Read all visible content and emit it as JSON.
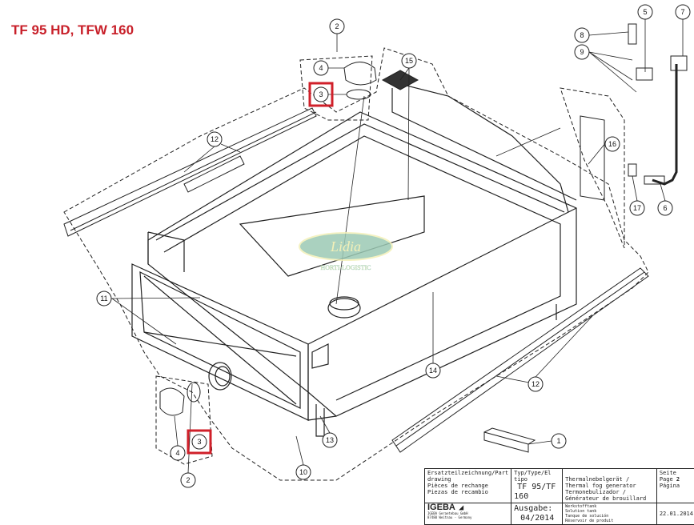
{
  "title": "TF 95 HD, TFW 160",
  "colors": {
    "highlight": "#d0202a",
    "logo_fill": "#9cc9b4",
    "logo_text": "#f3f0b8"
  },
  "logo": {
    "name": "Lidia",
    "subtitle": "HORTI-LOGISTIC"
  },
  "callouts": [
    {
      "num": "2",
      "highlighted": false
    },
    {
      "num": "4",
      "highlighted": false
    },
    {
      "num": "3",
      "highlighted": true
    },
    {
      "num": "15",
      "highlighted": false
    },
    {
      "num": "12",
      "highlighted": false
    },
    {
      "num": "5",
      "highlighted": false
    },
    {
      "num": "7",
      "highlighted": false
    },
    {
      "num": "8",
      "highlighted": false
    },
    {
      "num": "9",
      "highlighted": false
    },
    {
      "num": "16",
      "highlighted": false
    },
    {
      "num": "17",
      "highlighted": false
    },
    {
      "num": "6",
      "highlighted": false
    },
    {
      "num": "11",
      "highlighted": false
    },
    {
      "num": "14",
      "highlighted": false
    },
    {
      "num": "12",
      "highlighted": false
    },
    {
      "num": "1",
      "highlighted": false
    },
    {
      "num": "13",
      "highlighted": false
    },
    {
      "num": "10",
      "highlighted": false
    },
    {
      "num": "4",
      "highlighted": false
    },
    {
      "num": "3",
      "highlighted": true
    },
    {
      "num": "2",
      "highlighted": false
    }
  ],
  "title_block": {
    "drawing_type": [
      "Ersatzteilzeichnung/Part drawing",
      "Pièces de rechange",
      "Piezas de recambio"
    ],
    "type_label": "Typ/Type/El tipo",
    "type_value": "TF 95/TF 160",
    "machine": [
      "Thermalnebelgerät / Thermal fog generator",
      "Termonebulizador / Générateur de brouillard"
    ],
    "page_label": [
      "Seite",
      "Page",
      "Página"
    ],
    "page_value": "2",
    "company": "IGEBA",
    "company_sub": [
      "IGEBA Geraetebau GmbH",
      "87480 Weitnau - Germany"
    ],
    "edition_label": "Ausgabe:",
    "edition_value": "04/2014",
    "component": [
      "Werkstofftank",
      "Solution tank",
      "Tanque de solución",
      "Réservoir de produit"
    ],
    "date": "22.01.2014"
  }
}
